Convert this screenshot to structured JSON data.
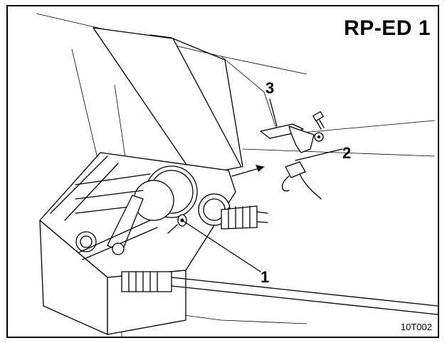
{
  "title": "RP-ED 1",
  "callouts": [
    "1",
    "2",
    "3"
  ],
  "figure_code": "10T002"
}
